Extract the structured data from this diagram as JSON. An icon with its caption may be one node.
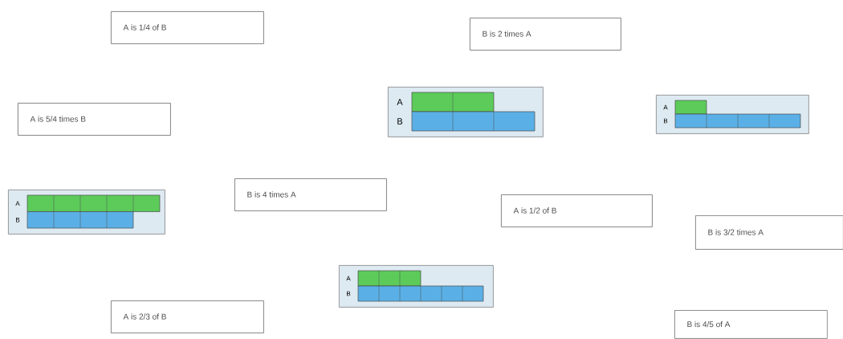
{
  "diagram": {
    "nodes": [
      {
        "text": [
          "A is 1/4 of B"
        ]
      },
      {
        "text": [
          "B is 2 times A"
        ]
      },
      {
        "text": [
          "A",
          "B"
        ]
      },
      {
        "text": [
          "A",
          "B"
        ]
      },
      {
        "text": [
          "A is 5/4 times B"
        ]
      },
      {
        "text": [
          "B is 4 times A"
        ]
      },
      {
        "text": [
          "A",
          "B"
        ]
      },
      {
        "text": [
          "A is 1/2 of B"
        ]
      },
      {
        "text": [
          "B is 3/2 times A"
        ]
      },
      {
        "text": [
          "A",
          "B"
        ]
      },
      {
        "text": [
          "A is 2/3 of B"
        ]
      },
      {
        "text": [
          "B is 4/5 of A"
        ]
      }
    ]
  }
}
